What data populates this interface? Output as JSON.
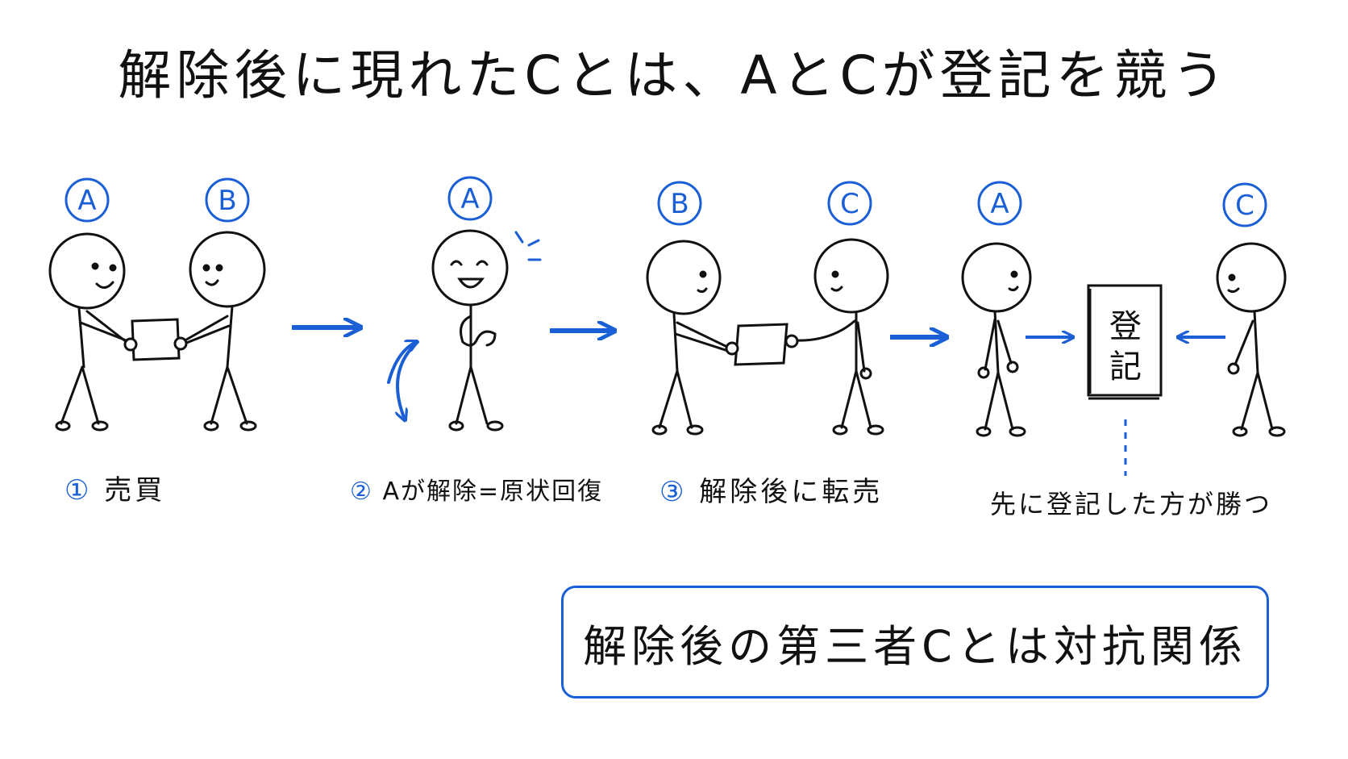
{
  "title": "解除後に現れたCとは、AとCが登記を競う",
  "steps": [
    {
      "num": "①",
      "label": "売買"
    },
    {
      "num": "②",
      "label": "Aが解除=原状回復"
    },
    {
      "num": "③",
      "label": "解除後に転売"
    }
  ],
  "labels": {
    "s1_left": "A",
    "s1_right": "B",
    "s2": "A",
    "s3_left": "B",
    "s3_right": "C",
    "s4_left": "A",
    "s4_right": "C"
  },
  "registry": {
    "line1": "登",
    "line2": "記"
  },
  "result": "先に登記した方が勝つ",
  "summary": "解除後の第三者Cとは対抗関係",
  "colors": {
    "accent": "#1a5fd6",
    "ink": "#111111"
  }
}
